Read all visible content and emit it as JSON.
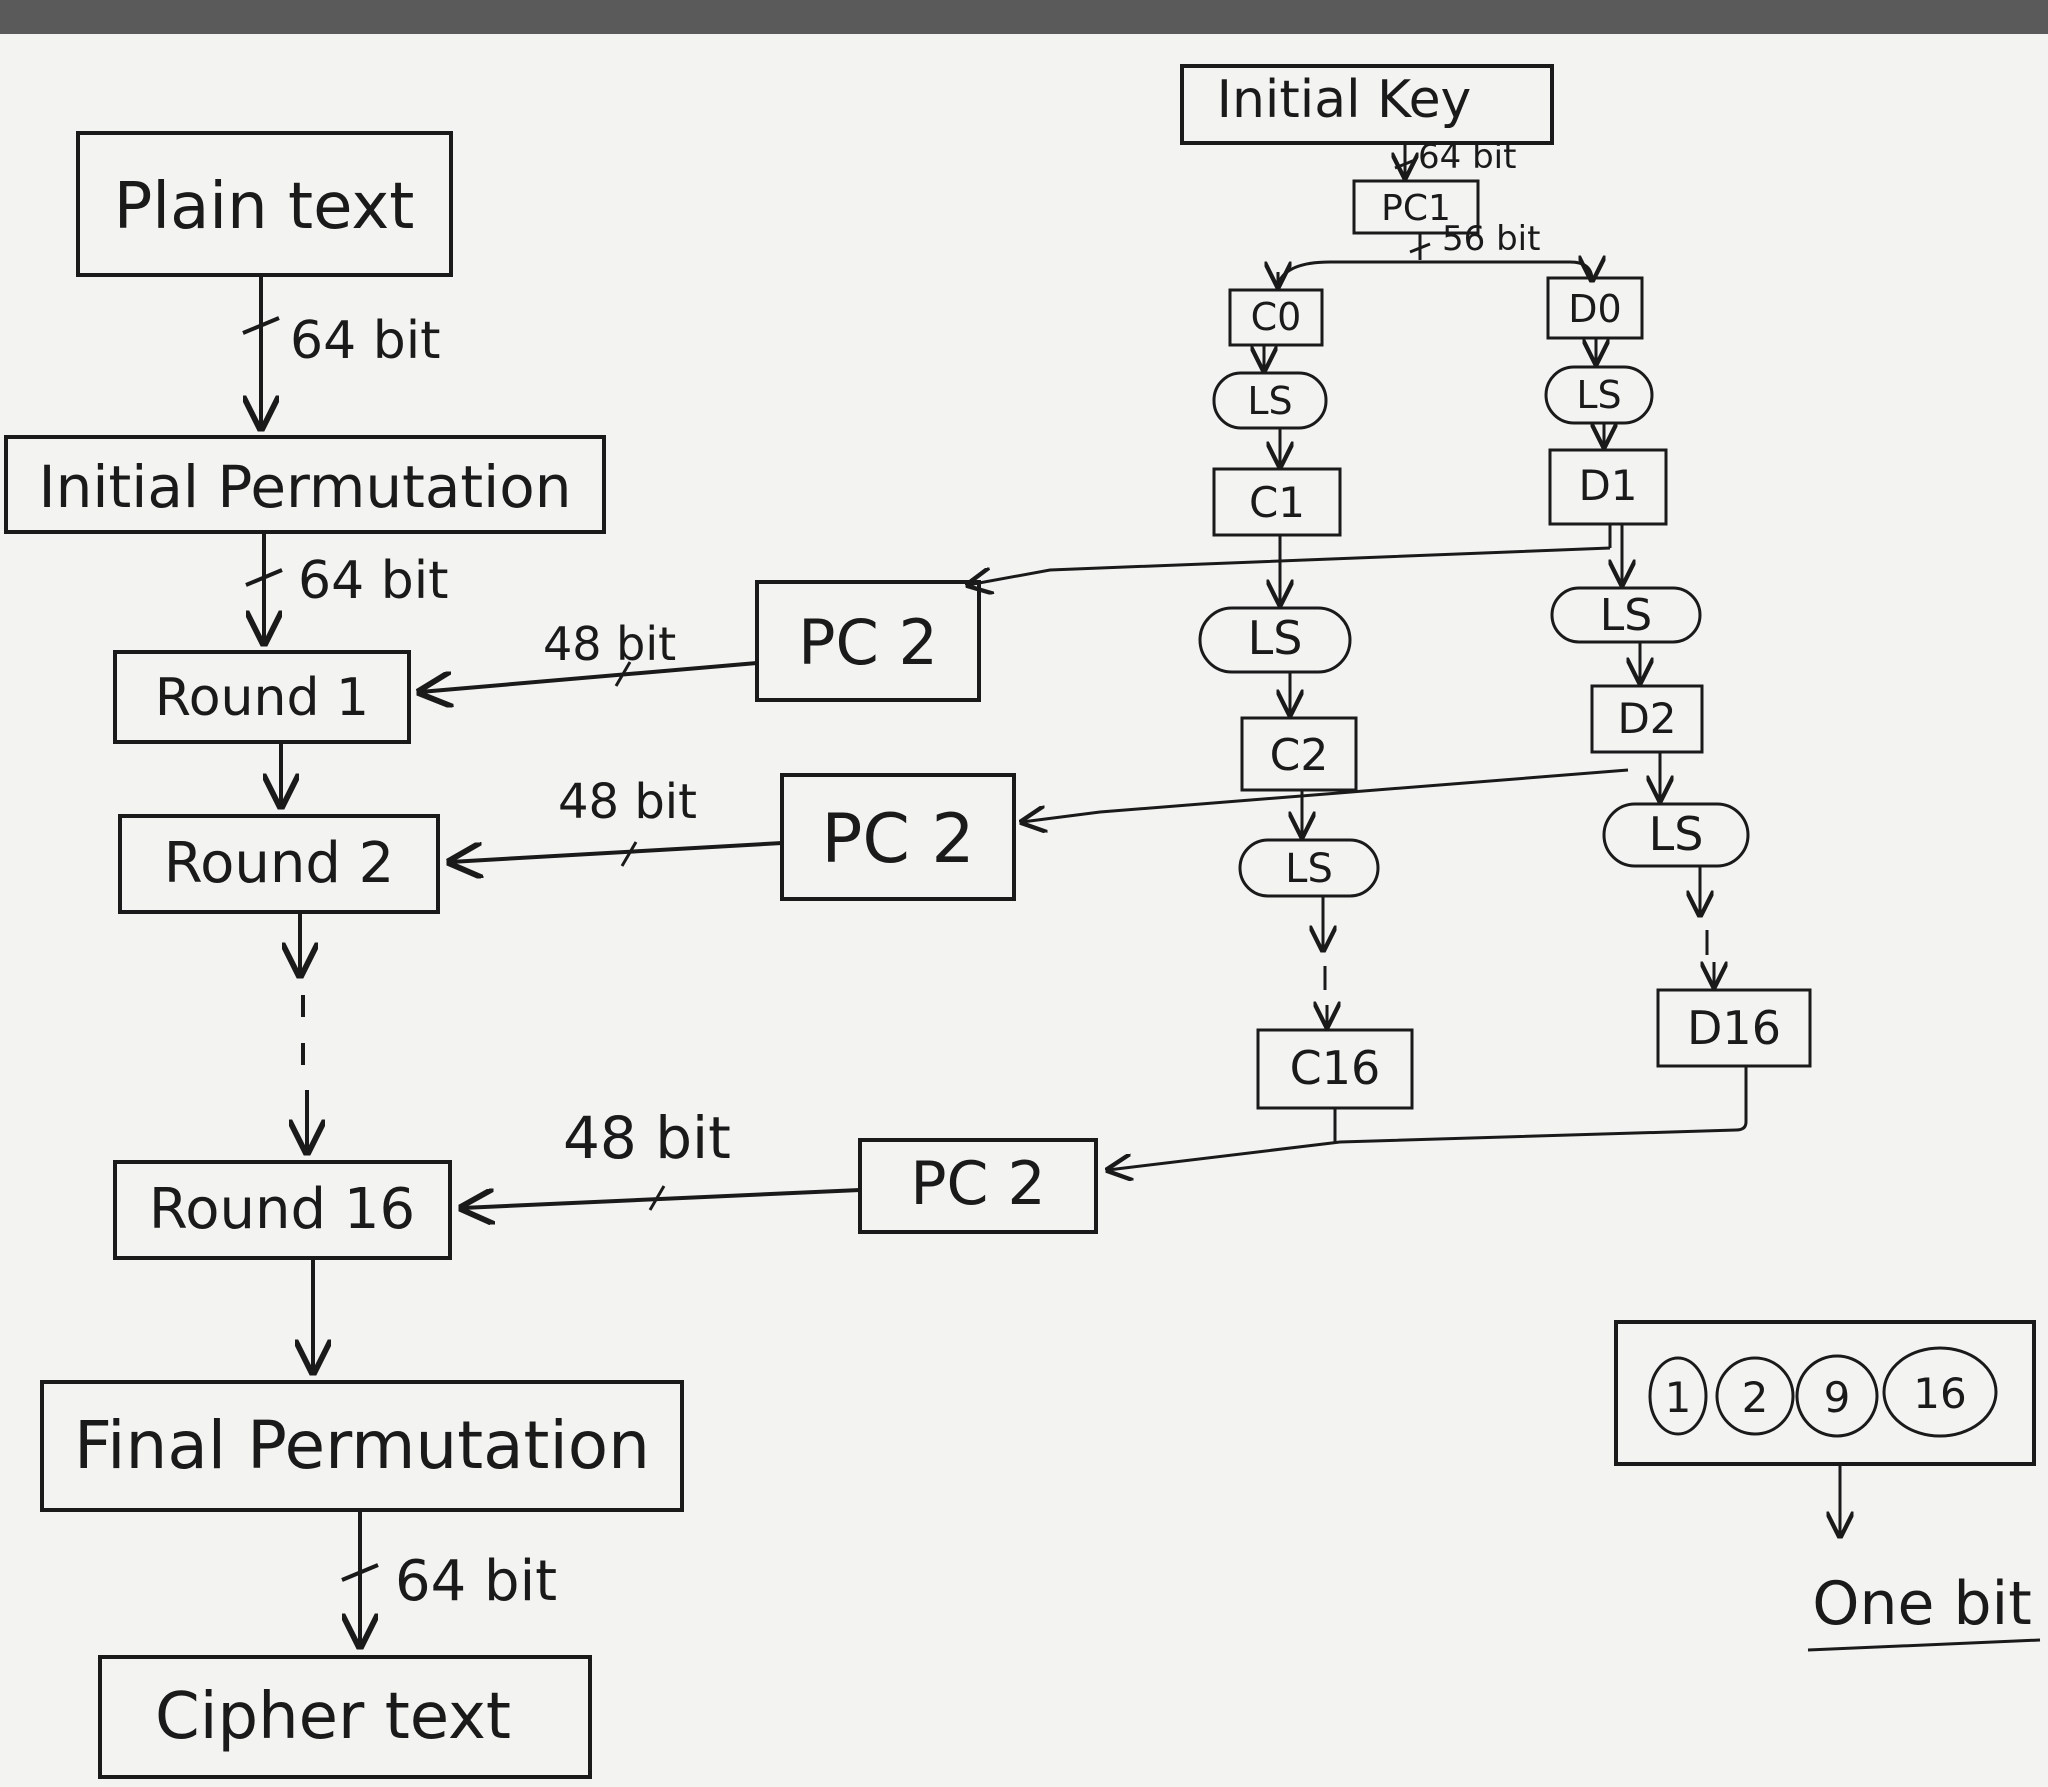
{
  "nodes": {
    "plain_text": "Plain text",
    "initial_permutation": "Initial Permutation",
    "round_1": "Round 1",
    "round_2": "Round 2",
    "round_16": "Round 16",
    "final_permutation": "Final Permutation",
    "cipher_text": "Cipher text",
    "initial_key": "Initial Key",
    "pc1": "PC1",
    "pc2": "PC 2",
    "c0": "C0",
    "c1": "C1",
    "c2": "C2",
    "c16": "C16",
    "d0": "D0",
    "d1": "D1",
    "d2": "D2",
    "d16": "D16",
    "ls": "LS"
  },
  "edge_labels": {
    "bits_64": "64 bit",
    "bits_56": "56 bit",
    "bits_48": "48 bit"
  },
  "legend": {
    "circles": [
      "1",
      "2",
      "9",
      "16"
    ],
    "result": "One bit"
  },
  "colors": {
    "board": "#f3f3f1",
    "frame": "#5a5a5a",
    "ink": "#1a1a1a"
  }
}
